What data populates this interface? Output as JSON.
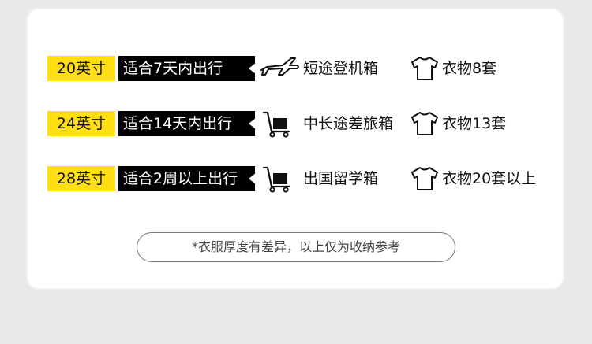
{
  "rows": [
    {
      "size": "20英寸",
      "trip": "适合7天内出行",
      "luggage_icon": "airplane-icon",
      "luggage": "短途登机箱",
      "clothes": "衣物8套"
    },
    {
      "size": "24英寸",
      "trip": "适合14天内出行",
      "luggage_icon": "luggage-cart-icon",
      "luggage": "中长途差旅箱",
      "clothes": "衣物13套"
    },
    {
      "size": "28英寸",
      "trip": "适合2周以上出行",
      "luggage_icon": "luggage-cart-icon",
      "luggage": "出国留学箱",
      "clothes": "衣物20套以上"
    }
  ],
  "note": "*衣服厚度有差异，以上仅为收纳参考",
  "colors": {
    "accent": "#ffdf12",
    "tag_bg": "#000000",
    "page_bg": "#e9e9e9"
  }
}
